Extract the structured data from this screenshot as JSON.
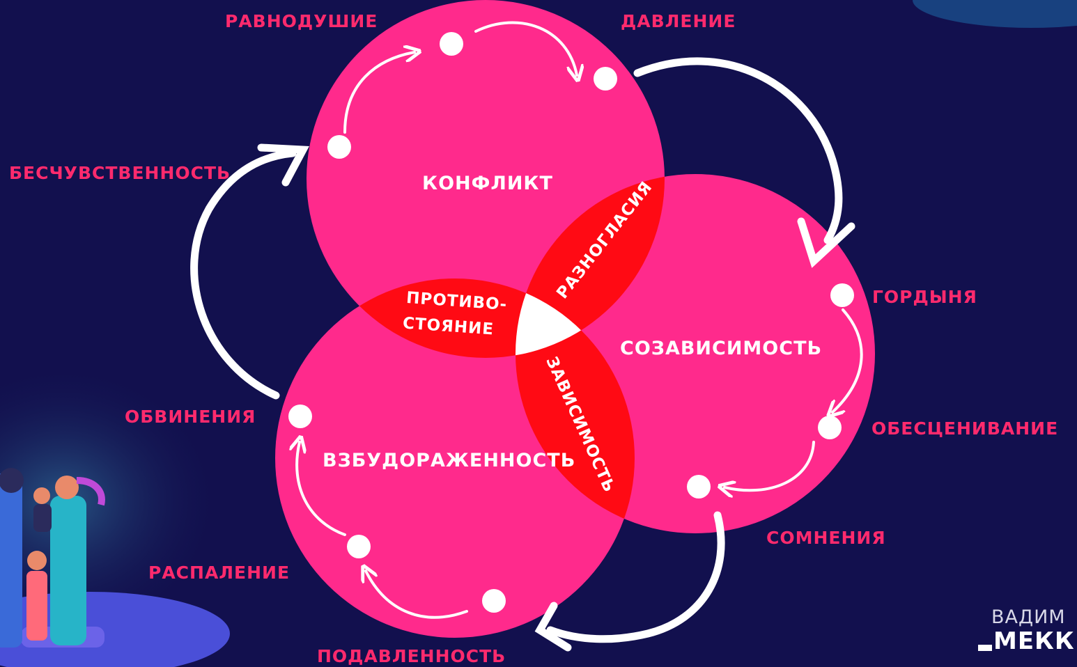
{
  "circles": {
    "top": "КОНФЛИКТ",
    "right": "СОЗАВИСИМОСТЬ",
    "bottom": "ВЗБУДОРАЖЕННОСТЬ"
  },
  "overlaps": {
    "top_right": "РАЗНОГЛАСИЯ",
    "top_bottom_line1": "ПРОТИВО-",
    "top_bottom_line2": "СТОЯНИЕ",
    "right_bottom": "ЗАВИСИМОСТЬ"
  },
  "outer_labels": {
    "ravnodushie": "РАВНОДУШИЕ",
    "davlenie": "ДАВЛЕНИЕ",
    "beschuvstvennost": "БЕСЧУВСТВЕННОСТЬ",
    "gordynya": "ГОРДЫНЯ",
    "obescenivanie": "ОБЕСЦЕНИВАНИЕ",
    "somneniya": "СОМНЕНИЯ",
    "obvineniya": "ОБВИНЕНИЯ",
    "raspalenie": "РАСПАЛЕНИЕ",
    "podavlennost": "ПОДАВЛЕННОСТЬ"
  },
  "brand": {
    "line1": "ВАДИМ",
    "line2": "МЕКК"
  },
  "colors": {
    "background": "#12104e",
    "circle": "#ff2a8c",
    "overlap": "#ff0a14",
    "label": "#ff2a6d",
    "white": "#ffffff"
  }
}
